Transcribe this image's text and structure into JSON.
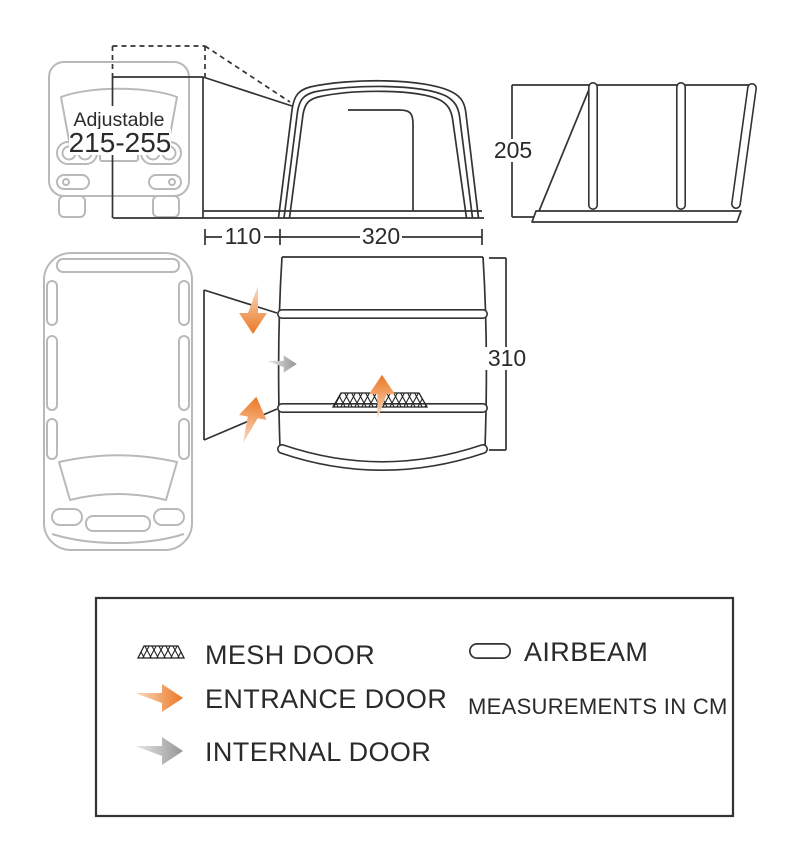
{
  "diagram": {
    "front_view": {
      "adjustable_label": "Adjustable",
      "height_range": "215-255"
    },
    "dimensions": {
      "tunnel_depth": "110",
      "awning_width": "320",
      "height": "205",
      "awning_depth": "310"
    },
    "legend": {
      "items": [
        {
          "icon": "mesh-door-icon",
          "label": "MESH DOOR"
        },
        {
          "icon": "entrance-door-arrow-icon",
          "label": "ENTRANCE DOOR"
        },
        {
          "icon": "internal-door-arrow-icon",
          "label": "INTERNAL DOOR"
        },
        {
          "icon": "airbeam-icon",
          "label": "AIRBEAM"
        }
      ],
      "note": "MEASUREMENTS IN CM"
    },
    "colors": {
      "line": "#333333",
      "van_outline": "#b9b9b9",
      "orange": "#EC7623",
      "orange_light": "#F9DCC3",
      "gray_arrow": "#969696",
      "gray_arrow_light": "#E9E9E9",
      "text": "#2b2a29"
    }
  }
}
